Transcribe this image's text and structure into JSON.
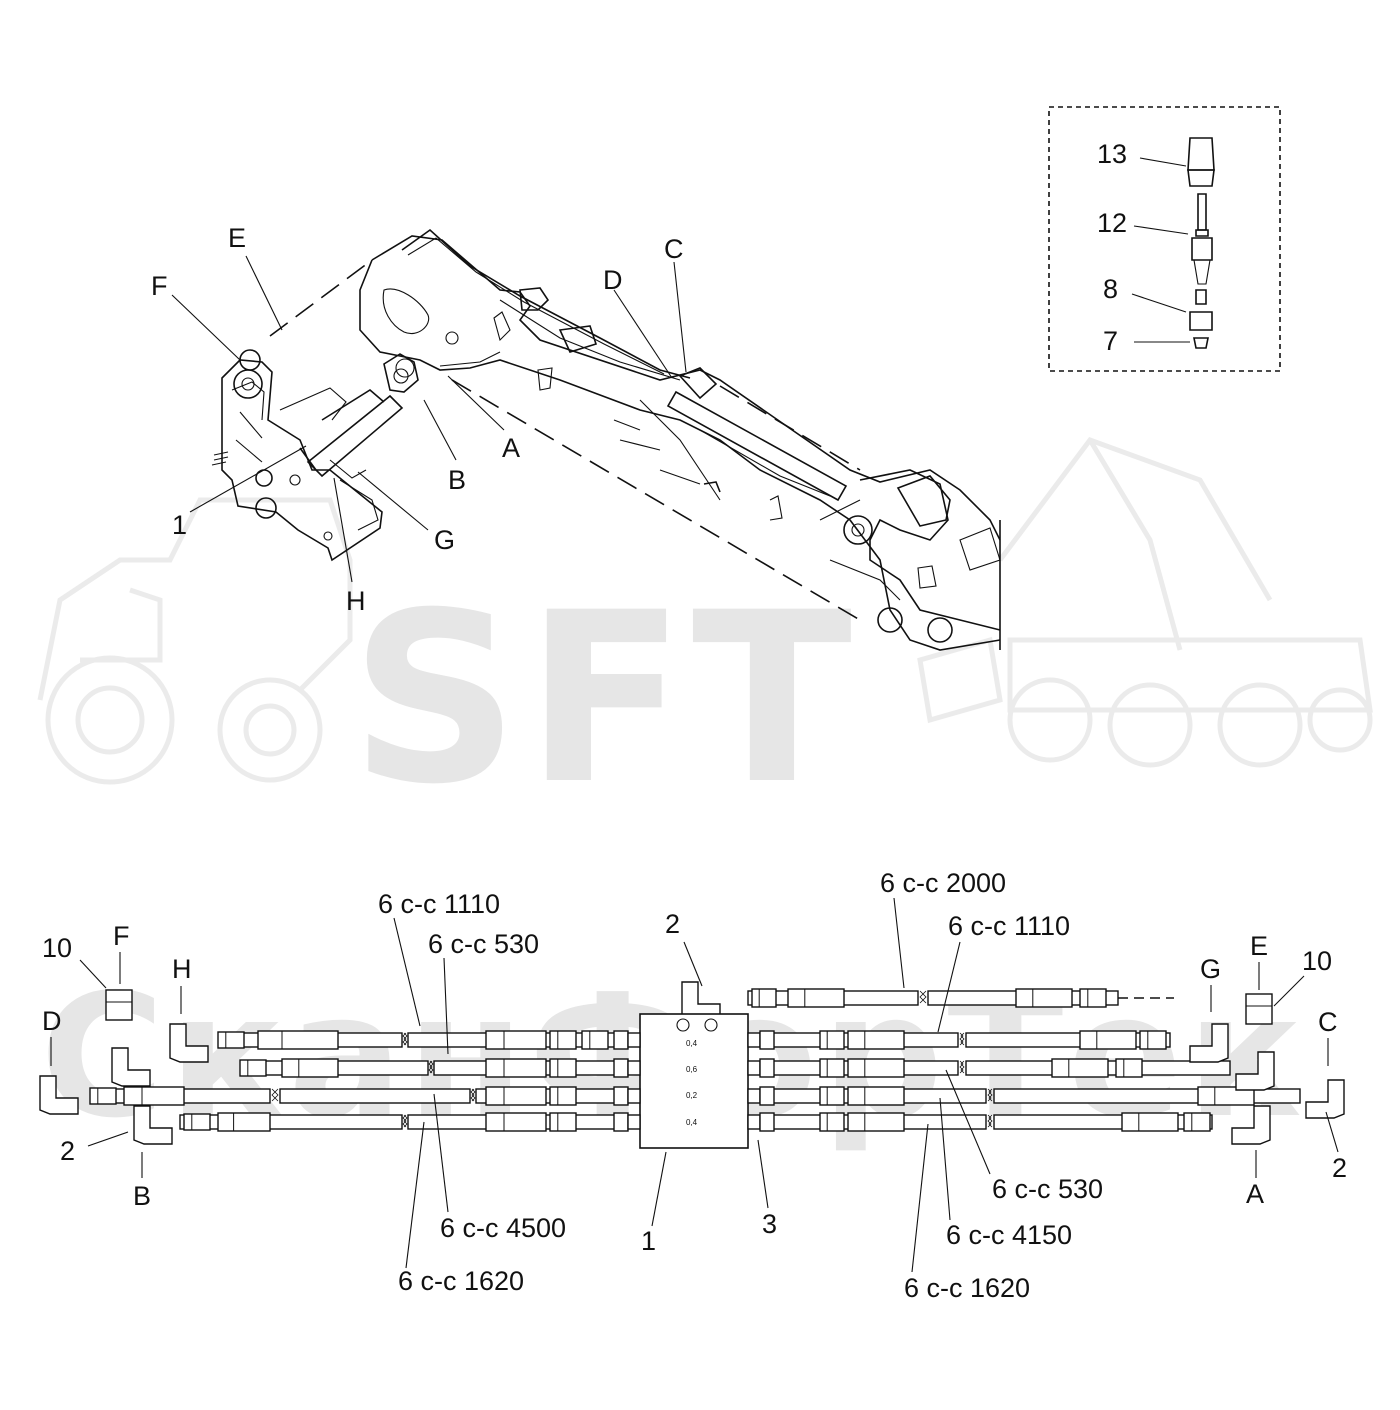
{
  "watermark": {
    "brand": "SFT",
    "company": "СканФорТек"
  },
  "callouts": {
    "boom": {
      "E": "E",
      "F": "F",
      "C": "C",
      "D": "D",
      "A": "A",
      "B": "B",
      "G": "G",
      "H": "H",
      "one": "1"
    },
    "inset": {
      "p13": "13",
      "p12": "12",
      "p8": "8",
      "p7": "7"
    },
    "hoses": {
      "top_left_1110": "6  c-c 1110",
      "top_left_530": "6  c-c 530",
      "top_right_2000": "6  c-c 2000",
      "top_right_1110": "6  c-c 1110",
      "bottom_left_4500": "6  c-c 4500",
      "bottom_left_1620": "6  c-c 1620",
      "bottom_right_530": "6  c-c 530",
      "bottom_right_4150": "6  c-c 4150",
      "bottom_right_1620": "6  c-c 1620"
    },
    "parts": {
      "left_10": "10",
      "left_F": "F",
      "left_H": "H",
      "left_D": "D",
      "left_2": "2",
      "left_B": "B",
      "valve_2": "2",
      "valve_1": "1",
      "valve_3": "3",
      "right_E": "E",
      "right_10": "10",
      "right_G": "G",
      "right_C": "C",
      "right_2": "2",
      "right_A": "A"
    }
  },
  "valve_block": {
    "left_row_marks": [
      "0,4",
      "0,6",
      "0,2",
      "0,4"
    ]
  }
}
